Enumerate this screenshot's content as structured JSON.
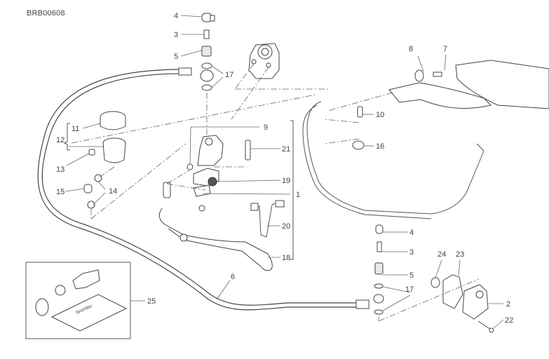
{
  "diagram": {
    "reference_code": "BRB00608",
    "subject": "Clutch master cylinder assembly (exploded view)",
    "callouts": [
      {
        "id": "c1",
        "label": "1"
      },
      {
        "id": "c2",
        "label": "2"
      },
      {
        "id": "c3a",
        "label": "3"
      },
      {
        "id": "c3b",
        "label": "3"
      },
      {
        "id": "c4a",
        "label": "4"
      },
      {
        "id": "c4b",
        "label": "4"
      },
      {
        "id": "c5a",
        "label": "5"
      },
      {
        "id": "c5b",
        "label": "5"
      },
      {
        "id": "c6",
        "label": "6"
      },
      {
        "id": "c7",
        "label": "7"
      },
      {
        "id": "c8",
        "label": "8"
      },
      {
        "id": "c9",
        "label": "9"
      },
      {
        "id": "c10",
        "label": "10"
      },
      {
        "id": "c11",
        "label": "11"
      },
      {
        "id": "c12",
        "label": "12"
      },
      {
        "id": "c13",
        "label": "13"
      },
      {
        "id": "c14",
        "label": "14"
      },
      {
        "id": "c15",
        "label": "15"
      },
      {
        "id": "c16",
        "label": "16"
      },
      {
        "id": "c17a",
        "label": "17"
      },
      {
        "id": "c17b",
        "label": "17"
      },
      {
        "id": "c18",
        "label": "18"
      },
      {
        "id": "c19",
        "label": "19"
      },
      {
        "id": "c20",
        "label": "20"
      },
      {
        "id": "c21",
        "label": "21"
      },
      {
        "id": "c22",
        "label": "22"
      },
      {
        "id": "c23",
        "label": "23"
      },
      {
        "id": "c24",
        "label": "24"
      },
      {
        "id": "c25",
        "label": "25"
      }
    ],
    "kit_box_label": "brembo"
  }
}
